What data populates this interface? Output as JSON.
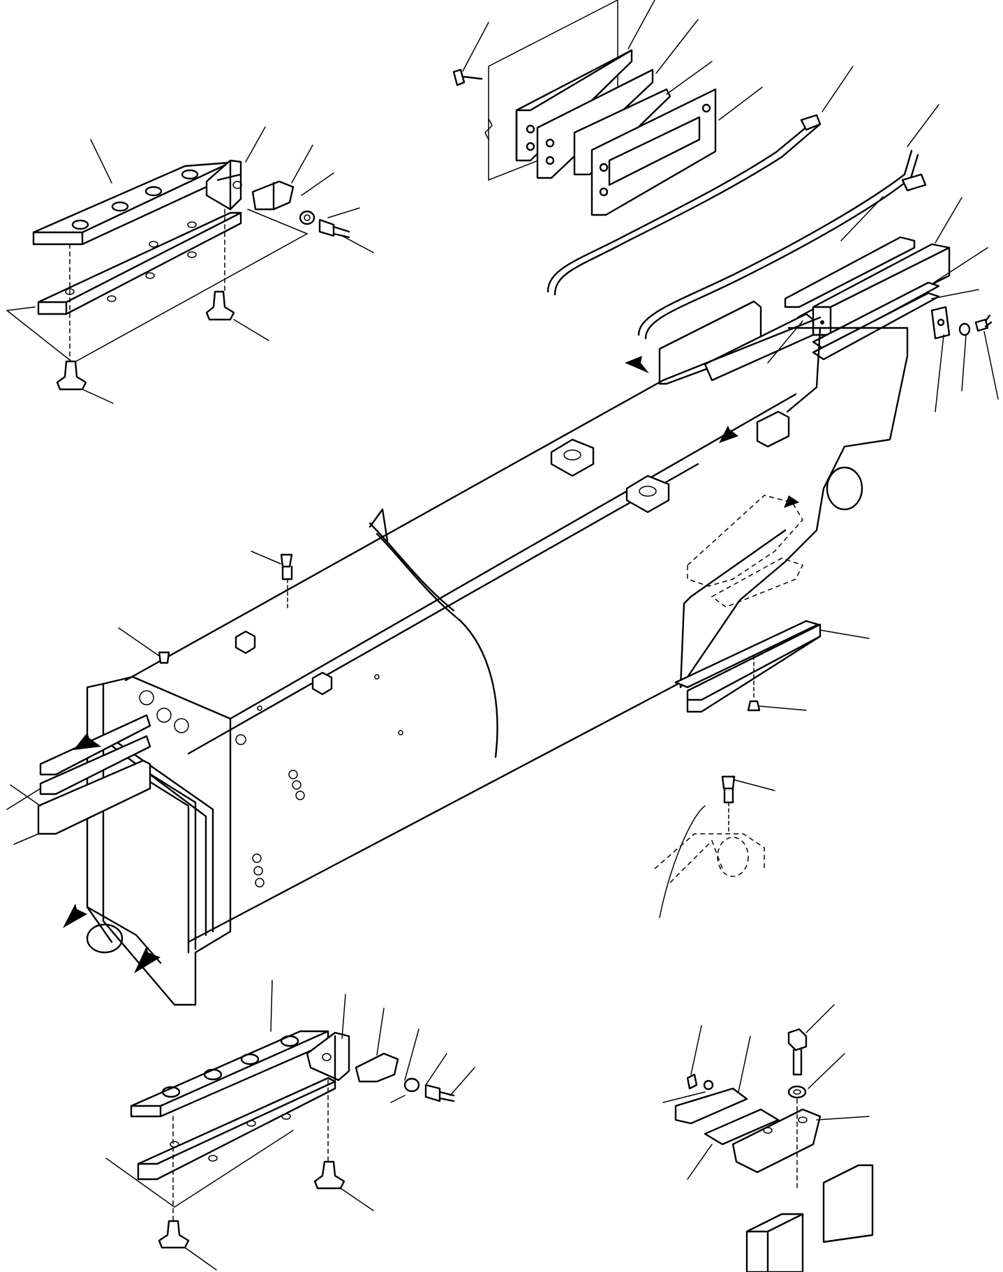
{
  "figure": {
    "kind": "exploded parts diagram",
    "colors": {
      "line": "#000000",
      "background": "#ffffff"
    },
    "groups": [
      "top-left-wear-pad-assembly",
      "top-plate-stack-assembly",
      "guide-rods",
      "top-right-slide-block-assembly",
      "boom-section",
      "front-end-pad-stack",
      "lower-rear-pad",
      "grease-fitting-detail",
      "bottom-left-wear-pad-assembly",
      "bottom-right-bracket-assembly"
    ],
    "callout_arrows": 8,
    "leader_lines": 33
  }
}
